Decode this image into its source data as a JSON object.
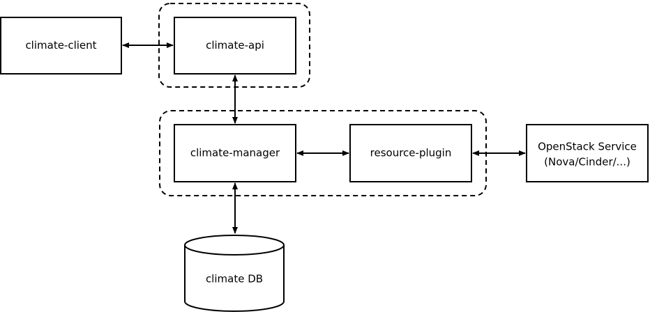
{
  "nodes": {
    "climate_client": "climate-client",
    "climate_api": "climate-api",
    "climate_manager": "climate-manager",
    "resource_plugin": "resource-plugin",
    "openstack_service_line1": "OpenStack Service",
    "openstack_service_line2": "(Nova/Cinder/...)",
    "climate_db": "climate DB"
  },
  "colors": {
    "stroke": "#000000",
    "background": "#ffffff"
  }
}
